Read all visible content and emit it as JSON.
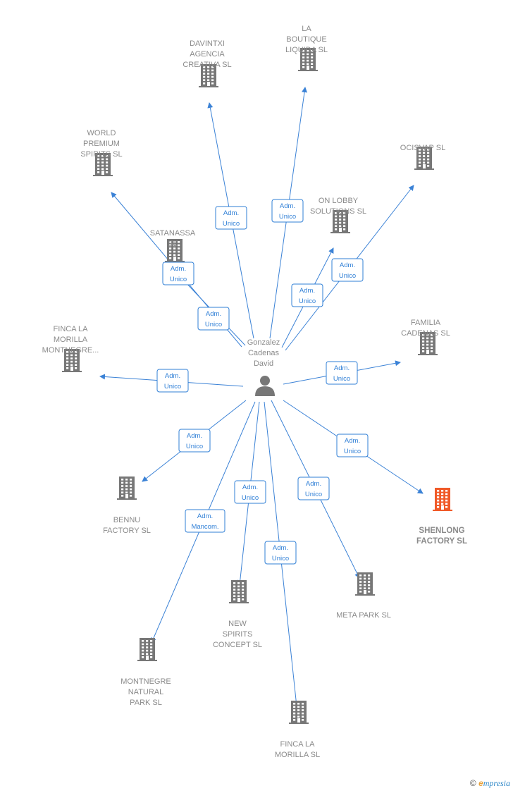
{
  "person": {
    "label": [
      "Gonzalez",
      "Cadenas",
      "David"
    ]
  },
  "colors": {
    "company": "#777777",
    "highlight": "#f05a28",
    "edge": "#3b82d6",
    "person": "#777777"
  },
  "companies": [
    {
      "id": "davintxi",
      "label": [
        "DAVINTXI",
        "AGENCIA",
        "CREATIVA  SL"
      ]
    },
    {
      "id": "boutique",
      "label": [
        "LA",
        "BOUTIQUE",
        "LIQUIDA  SL"
      ]
    },
    {
      "id": "world",
      "label": [
        "WORLD",
        "PREMIUM",
        "SPIRITS  SL"
      ]
    },
    {
      "id": "ocisvap",
      "label": [
        "OCISVAP SL"
      ]
    },
    {
      "id": "satanassa",
      "label": [
        "SATANASSA",
        "SL"
      ]
    },
    {
      "id": "onlobby",
      "label": [
        "ON LOBBY",
        "SOLUTIONS  SL"
      ]
    },
    {
      "id": "finca1",
      "label": [
        "FINCA LA",
        "MORILLA",
        "MONTNEGRE..."
      ]
    },
    {
      "id": "familia",
      "label": [
        "FAMILIA",
        "CADENAS  SL"
      ]
    },
    {
      "id": "bennu",
      "label": [
        "BENNU",
        "FACTORY  SL"
      ]
    },
    {
      "id": "shenlong",
      "label": [
        "SHENLONG",
        "FACTORY  SL"
      ],
      "highlight": true
    },
    {
      "id": "newspirits",
      "label": [
        "NEW",
        "SPIRITS",
        "CONCEPT  SL"
      ]
    },
    {
      "id": "metapark",
      "label": [
        "META PARK  SL"
      ]
    },
    {
      "id": "montnegre",
      "label": [
        "MONTNEGRE",
        "NATURAL",
        "PARK  SL"
      ]
    },
    {
      "id": "finca2",
      "label": [
        "FINCA LA",
        "MORILLA  SL"
      ]
    }
  ],
  "roles": [
    {
      "target": "davintxi",
      "label": [
        "Adm.",
        "Unico"
      ]
    },
    {
      "target": "boutique",
      "label": [
        "Adm.",
        "Unico"
      ]
    },
    {
      "target": "world",
      "label": [
        "Adm.",
        "Unico"
      ]
    },
    {
      "target": "satanassa",
      "label": [
        "Adm.",
        "Unico"
      ]
    },
    {
      "target": "onlobby",
      "label": [
        "Adm.",
        "Unico"
      ]
    },
    {
      "target": "ocisvap",
      "label": [
        "Adm.",
        "Unico"
      ]
    },
    {
      "target": "finca1",
      "label": [
        "Adm.",
        "Unico"
      ]
    },
    {
      "target": "familia",
      "label": [
        "Adm.",
        "Unico"
      ]
    },
    {
      "target": "bennu",
      "label": [
        "Adm.",
        "Unico"
      ]
    },
    {
      "target": "shenlong",
      "label": [
        "Adm.",
        "Unico"
      ]
    },
    {
      "target": "newspirits",
      "label": [
        "Adm.",
        "Unico"
      ]
    },
    {
      "target": "metapark",
      "label": [
        "Adm.",
        "Unico"
      ]
    },
    {
      "target": "montnegre",
      "label": [
        "Adm.",
        "Mancom."
      ]
    },
    {
      "target": "finca2",
      "label": [
        "Adm.",
        "Unico"
      ]
    }
  ],
  "footer": {
    "copyright": "©",
    "brand_e": "e",
    "brand_rest": "mpresia"
  }
}
